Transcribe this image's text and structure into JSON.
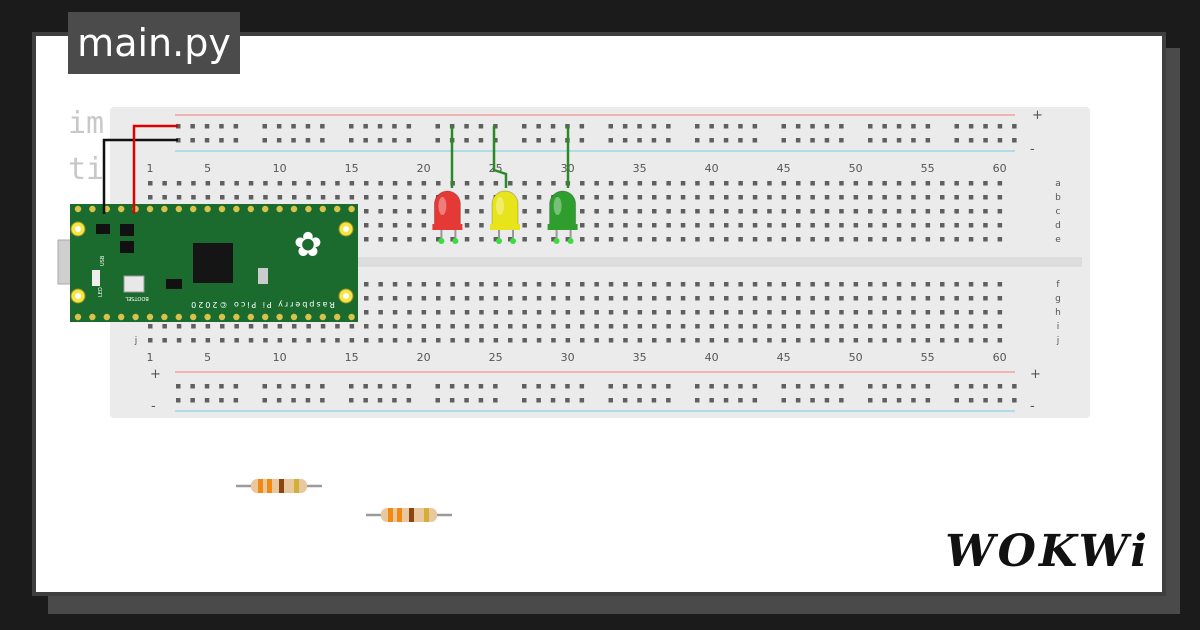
{
  "editor": {
    "tab_label": "main.py",
    "code_lines": [
      "im",
      "ti"
    ]
  },
  "breadboard": {
    "column_labels": [
      "1",
      "5",
      "10",
      "15",
      "20",
      "25",
      "30",
      "35",
      "40",
      "45",
      "50",
      "55",
      "60"
    ],
    "column_numbers": [
      1,
      5,
      10,
      15,
      20,
      25,
      30,
      35,
      40,
      45,
      50,
      55,
      60
    ],
    "row_labels_top": [
      "a",
      "b",
      "c",
      "d",
      "e"
    ],
    "row_labels_bottom": [
      "f",
      "g",
      "h",
      "i",
      "j"
    ],
    "rail_plus": "+",
    "rail_minus": "-"
  },
  "pico": {
    "title": "Raspberry Pi Pico ©2020",
    "bootsel": "BOOTSEL",
    "led": "LED",
    "usb": "USB"
  },
  "leds": [
    {
      "name": "red",
      "color": "#e53935",
      "column": 22
    },
    {
      "name": "yellow",
      "color": "#e8e41c",
      "column": 26
    },
    {
      "name": "green",
      "color": "#2e9e2e",
      "column": 30
    }
  ],
  "colors": {
    "wire_red": "#e00000",
    "wire_black": "#111111",
    "pcb": "#1b6b2f",
    "rail_red": "#f2a0a0",
    "rail_blue": "#9fd6ea"
  },
  "brand": "WOKWi"
}
